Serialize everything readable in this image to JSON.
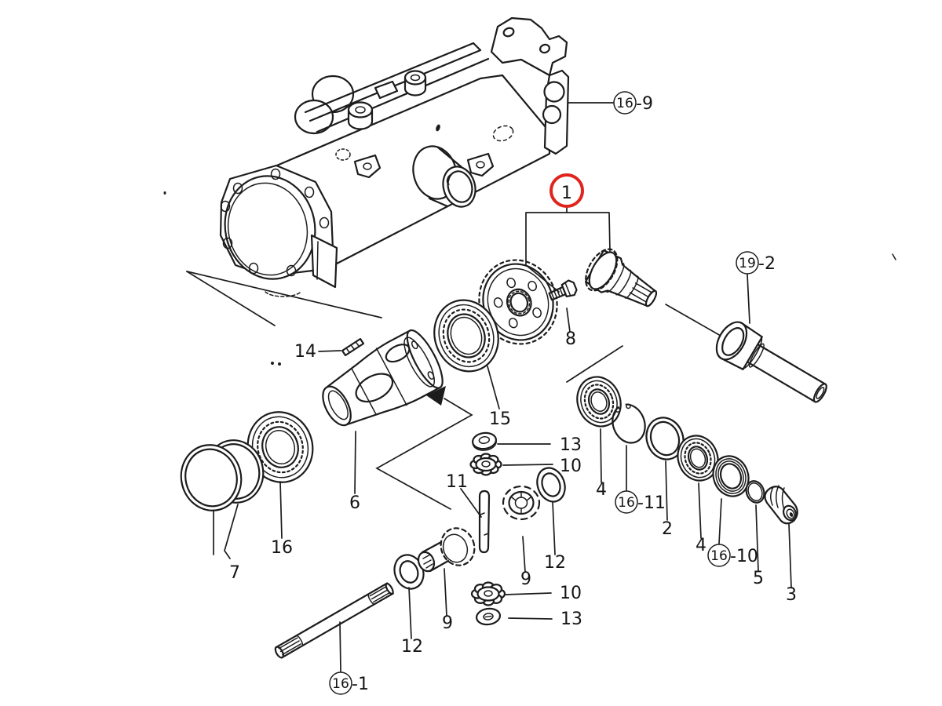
{
  "figure": {
    "kind": "exploded-parts-diagram",
    "background": "#ffffff",
    "ink_color": "#1c1c1c",
    "highlight_color": "#e0241c"
  },
  "callouts": {
    "p1": {
      "label": "1",
      "highlighted": true
    },
    "p16_9": {
      "circled": "16",
      "suffix": "-9"
    },
    "p19_2": {
      "circled": "19",
      "suffix": "-2"
    },
    "p14": {
      "label": "14"
    },
    "p15": {
      "label": "15"
    },
    "p6": {
      "label": "6"
    },
    "p16": {
      "label": "16"
    },
    "p7": {
      "label": "7"
    },
    "p13_top": {
      "label": "13"
    },
    "p10_top": {
      "label": "10"
    },
    "p11": {
      "label": "11"
    },
    "p12_diff": {
      "label": "12"
    },
    "p9_diff": {
      "label": "9"
    },
    "p10_bottom": {
      "label": "10"
    },
    "p13_bottom": {
      "label": "13"
    },
    "p4_inner": {
      "label": "4"
    },
    "p16_11": {
      "circled": "16",
      "suffix": "-11"
    },
    "p2": {
      "label": "2"
    },
    "p4_outer": {
      "label": "4"
    },
    "p16_10": {
      "circled": "16",
      "suffix": "-10"
    },
    "p5": {
      "label": "5"
    },
    "p3": {
      "label": "3"
    },
    "p8": {
      "label": "8"
    },
    "p12_axle": {
      "label": "12"
    },
    "p9_axle": {
      "label": "9"
    },
    "p16_1": {
      "circled": "16",
      "suffix": "-1"
    }
  }
}
